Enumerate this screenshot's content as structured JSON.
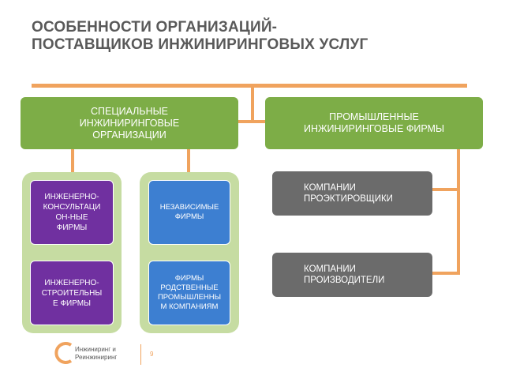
{
  "title": {
    "line1": "ОСОБЕННОСТИ ОРГАНИЗАЦИЙ-",
    "line2": "ПОСТАВЩИКОВ ИНЖИНИРИНГОВЫХ УСЛУГ"
  },
  "nodes": {
    "special": {
      "lines": [
        "СПЕЦИАЛЬНЫЕ",
        "ИНЖИНИРИНГОВЫЕ",
        "ОРГАНИЗАЦИИ"
      ]
    },
    "industrial": {
      "lines": [
        "ПРОМЫШЛЕННЫЕ",
        "ИНЖИНИРИНГОВЫЕ ФИРМЫ"
      ]
    },
    "consult": {
      "lines": [
        "ИНЖЕНЕРНО-",
        "КОНСУЛЬТАЦИ",
        "ОН-НЫЕ",
        "ФИРМЫ"
      ]
    },
    "build": {
      "lines": [
        "ИНЖЕНЕРНО-",
        "СТРОИТЕЛЬНЫ",
        "Е ФИРМЫ"
      ]
    },
    "independent": {
      "lines": [
        "НЕЗАВИСИМЫЕ",
        "ФИРМЫ"
      ]
    },
    "related": {
      "lines": [
        "ФИРМЫ",
        "РОДСТВЕННЫЕ",
        "ПРОМЫШЛЕННЫ",
        "М КОМПАНИЯМ"
      ]
    },
    "design": {
      "lines": [
        "КОМПАНИИ",
        "ПРОЭКТИРОВЩИКИ"
      ]
    },
    "producers": {
      "lines": [
        "КОМПАНИИ",
        "ПРОИЗВОДИТЕЛИ"
      ]
    }
  },
  "footer": {
    "logo_line1": "Инжиниринг и",
    "logo_line2": "Реинжиниринг",
    "page_number": "9"
  },
  "colors": {
    "connector": "#f0a35e",
    "green": "#7dad47",
    "light_green": "#c6dca2",
    "purple": "#7030a0",
    "blue": "#3d7fd1",
    "gray": "#6b6b6b"
  }
}
